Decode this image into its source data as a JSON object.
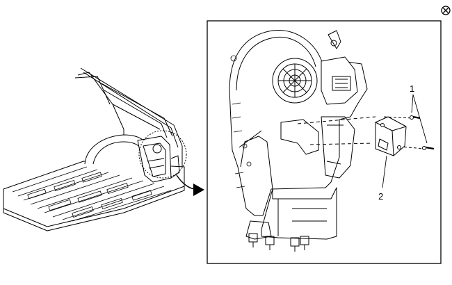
{
  "callouts": [
    {
      "number": "1",
      "part": "screw"
    },
    {
      "number": "2",
      "part": "actuator"
    }
  ],
  "corner_symbol": "⊗",
  "colors": {
    "line": "#000000",
    "background": "#ffffff"
  },
  "icons": {
    "corner": "close-circle-icon",
    "pointer": "arrow-right-icon"
  }
}
